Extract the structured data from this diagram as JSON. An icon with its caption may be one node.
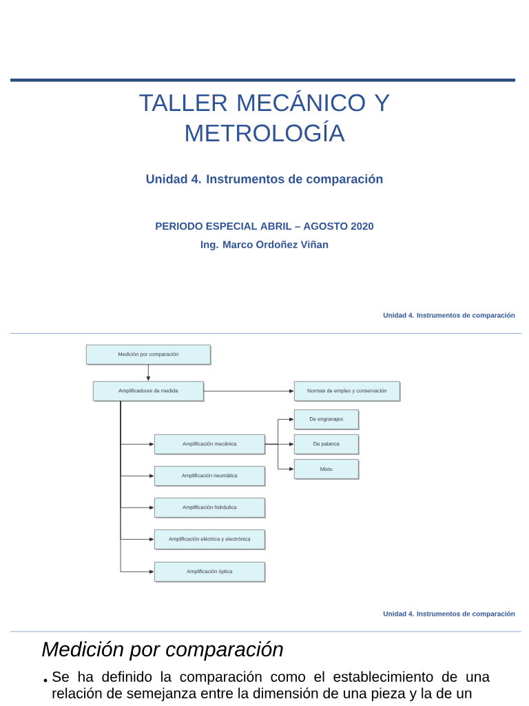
{
  "diagram": {
    "title": "TALLER MECÁNICO Y METROLOGÍA",
    "nodes": [
      {
        "text": [
          "Medición por comparación"
        ]
      },
      {
        "text": [
          "Amplificadores de medida"
        ]
      },
      {
        "text": [
          "Normas de empleo y conservación"
        ]
      },
      {
        "text": [
          "De engranajes"
        ]
      },
      {
        "text": [
          "Amplificación mecánica"
        ]
      },
      {
        "text": [
          "De palanca"
        ]
      },
      {
        "text": [
          "Mixto"
        ]
      },
      {
        "text": [
          "Amplificación neumática"
        ]
      },
      {
        "text": [
          "Amplificación hidráulica"
        ]
      },
      {
        "text": [
          "Amplificación eléctrica y electrónica"
        ]
      },
      {
        "text": [
          "Amplificación óptica"
        ]
      }
    ],
    "edges": [
      {
        "from": 0,
        "to": 1,
        "arrow": "to"
      },
      {
        "from": 1,
        "to": 2,
        "arrow": "to"
      },
      {
        "from": 1,
        "to": 4,
        "arrow": "to"
      },
      {
        "from": 1,
        "to": 7,
        "arrow": "to"
      },
      {
        "from": 1,
        "to": 8,
        "arrow": "to"
      },
      {
        "from": 1,
        "to": 9,
        "arrow": "to"
      },
      {
        "from": 1,
        "to": 10,
        "arrow": "to"
      },
      {
        "from": 4,
        "to": 3,
        "arrow": "to"
      },
      {
        "from": 4,
        "to": 5,
        "arrow": "to"
      },
      {
        "from": 4,
        "to": 6,
        "arrow": "to"
      }
    ],
    "labels": [
      "Unidad 4. Instrumentos de comparación",
      "PERIODO ESPECIAL ABRIL – AGOSTO 2020",
      "Ing. Marco Ordoñez Viñan",
      "Unidad 4. Instrumentos de comparación",
      "Unidad 4. Instrumentos de comparación",
      "Medición por comparación",
      "Se ha definido la comparación como el establecimiento de una relación de semejanza entre la dimensión de una pieza y la de un"
    ]
  }
}
